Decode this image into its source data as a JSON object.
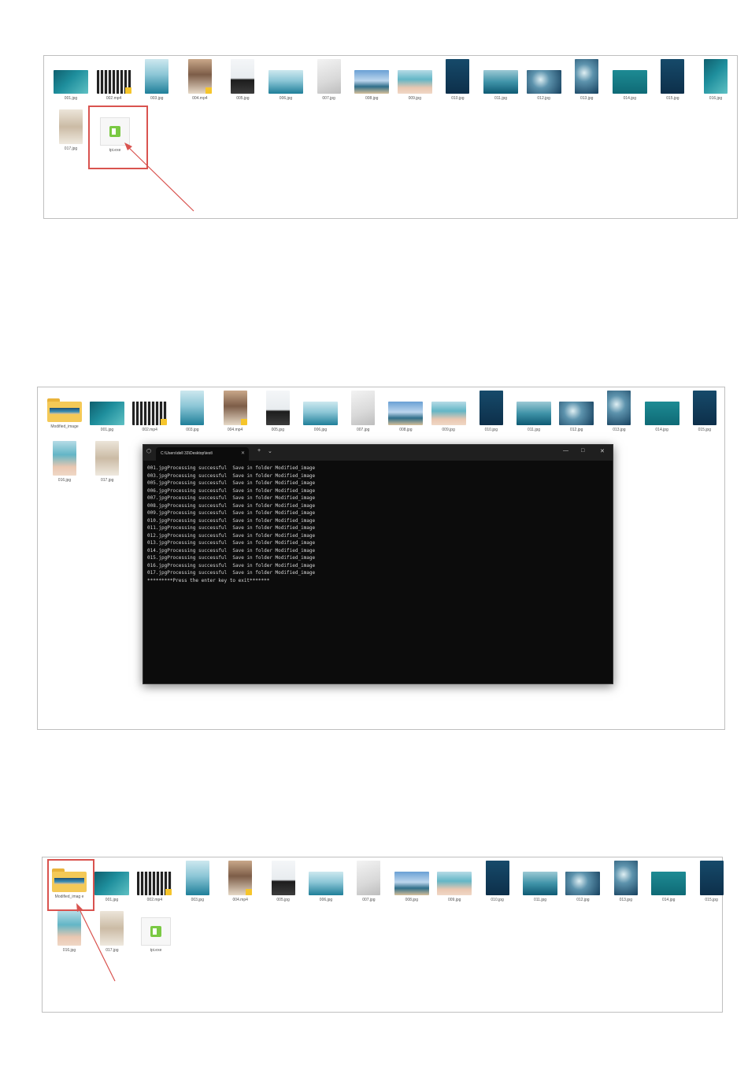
{
  "panel1": {
    "files": [
      {
        "name": "001.jpg",
        "thumb": "sea",
        "orient": "landscape",
        "badge": false
      },
      {
        "name": "002.mp4",
        "thumb": "film",
        "orient": "landscape",
        "badge": true
      },
      {
        "name": "003.jpg",
        "thumb": "shore",
        "orient": "portrait",
        "badge": false
      },
      {
        "name": "004.mp4",
        "thumb": "girl",
        "orient": "portrait",
        "badge": true
      },
      {
        "name": "005.jpg",
        "thumb": "rock",
        "orient": "portrait",
        "badge": false
      },
      {
        "name": "006.jpg",
        "thumb": "shore",
        "orient": "landscape",
        "badge": false
      },
      {
        "name": "007.jpg",
        "thumb": "white",
        "orient": "portrait",
        "badge": false
      },
      {
        "name": "008.jpg",
        "thumb": "sky",
        "orient": "landscape",
        "badge": false
      },
      {
        "name": "009.jpg",
        "thumb": "beach",
        "orient": "landscape",
        "badge": false
      },
      {
        "name": "010.jpg",
        "thumb": "deep",
        "orient": "portrait",
        "badge": false
      },
      {
        "name": "011.jpg",
        "thumb": "sea2",
        "orient": "landscape",
        "badge": false
      },
      {
        "name": "012.jpg",
        "thumb": "wave",
        "orient": "landscape",
        "badge": false
      },
      {
        "name": "013.jpg",
        "thumb": "wave",
        "orient": "portrait",
        "badge": false
      },
      {
        "name": "014.jpg",
        "thumb": "teal",
        "orient": "landscape",
        "badge": false
      },
      {
        "name": "015.jpg",
        "thumb": "deep",
        "orient": "portrait",
        "badge": false
      },
      {
        "name": "016.jpg",
        "thumb": "sea",
        "orient": "portrait",
        "badge": false
      },
      {
        "name": "017.jpg",
        "thumb": "desk",
        "orient": "portrait",
        "badge": false
      }
    ],
    "exe_name": "tpi.exe"
  },
  "panel2": {
    "folder_name": "Modified_image",
    "files": [
      {
        "name": "001.jpg",
        "thumb": "sea",
        "orient": "landscape",
        "badge": false
      },
      {
        "name": "002.mp4",
        "thumb": "film",
        "orient": "landscape",
        "badge": true
      },
      {
        "name": "003.jpg",
        "thumb": "shore",
        "orient": "portrait",
        "badge": false
      },
      {
        "name": "004.mp4",
        "thumb": "girl",
        "orient": "portrait",
        "badge": true
      },
      {
        "name": "005.jpg",
        "thumb": "rock",
        "orient": "portrait",
        "badge": false
      },
      {
        "name": "006.jpg",
        "thumb": "shore",
        "orient": "landscape",
        "badge": false
      },
      {
        "name": "007.jpg",
        "thumb": "white",
        "orient": "portrait",
        "badge": false
      },
      {
        "name": "008.jpg",
        "thumb": "sky",
        "orient": "landscape",
        "badge": false
      },
      {
        "name": "009.jpg",
        "thumb": "beach",
        "orient": "landscape",
        "badge": false
      },
      {
        "name": "010.jpg",
        "thumb": "deep",
        "orient": "portrait",
        "badge": false
      },
      {
        "name": "011.jpg",
        "thumb": "sea2",
        "orient": "landscape",
        "badge": false
      },
      {
        "name": "012.jpg",
        "thumb": "wave",
        "orient": "landscape",
        "badge": false
      },
      {
        "name": "013.jpg",
        "thumb": "wave",
        "orient": "portrait",
        "badge": false
      },
      {
        "name": "014.jpg",
        "thumb": "teal",
        "orient": "landscape",
        "badge": false
      },
      {
        "name": "015.jpg",
        "thumb": "deep",
        "orient": "portrait",
        "badge": false
      },
      {
        "name": "016.jpg",
        "thumb": "beach",
        "orient": "portrait",
        "badge": false
      },
      {
        "name": "017.jpg",
        "thumb": "desk",
        "orient": "portrait",
        "badge": false
      }
    ],
    "terminal": {
      "tab_title": "C:\\Users\\dell 33\\Desktop\\test\\",
      "lines": [
        "001.jpgProcessing successful  Save in folder Modified_image",
        "003.jpgProcessing successful  Save in folder Modified_image",
        "005.jpgProcessing successful  Save in folder Modified_image",
        "006.jpgProcessing successful  Save in folder Modified_image",
        "007.jpgProcessing successful  Save in folder Modified_image",
        "008.jpgProcessing successful  Save in folder Modified_image",
        "009.jpgProcessing successful  Save in folder Modified_image",
        "010.jpgProcessing successful  Save in folder Modified_image",
        "011.jpgProcessing successful  Save in folder Modified_image",
        "012.jpgProcessing successful  Save in folder Modified_image",
        "013.jpgProcessing successful  Save in folder Modified_image",
        "014.jpgProcessing successful  Save in folder Modified_image",
        "015.jpgProcessing successful  Save in folder Modified_image",
        "016.jpgProcessing successful  Save in folder Modified_image",
        "017.jpgProcessing successful  Save in folder Modified_image",
        "*********Press the enter key to exit*******"
      ],
      "controls": {
        "new_tab": "+",
        "dropdown": "⌄",
        "minimize": "—",
        "maximize": "□",
        "close": "✕"
      }
    }
  },
  "panel3": {
    "folder_name": "Modified_imag e",
    "files": [
      {
        "name": "001.jpg",
        "thumb": "sea",
        "orient": "landscape",
        "badge": false
      },
      {
        "name": "002.mp4",
        "thumb": "film",
        "orient": "landscape",
        "badge": true
      },
      {
        "name": "003.jpg",
        "thumb": "shore",
        "orient": "portrait",
        "badge": false
      },
      {
        "name": "004.mp4",
        "thumb": "girl",
        "orient": "portrait",
        "badge": true
      },
      {
        "name": "005.jpg",
        "thumb": "rock",
        "orient": "portrait",
        "badge": false
      },
      {
        "name": "006.jpg",
        "thumb": "shore",
        "orient": "landscape",
        "badge": false
      },
      {
        "name": "007.jpg",
        "thumb": "white",
        "orient": "portrait",
        "badge": false
      },
      {
        "name": "008.jpg",
        "thumb": "sky",
        "orient": "landscape",
        "badge": false
      },
      {
        "name": "009.jpg",
        "thumb": "beach",
        "orient": "landscape",
        "badge": false
      },
      {
        "name": "010.jpg",
        "thumb": "deep",
        "orient": "portrait",
        "badge": false
      },
      {
        "name": "011.jpg",
        "thumb": "sea2",
        "orient": "landscape",
        "badge": false
      },
      {
        "name": "012.jpg",
        "thumb": "wave",
        "orient": "landscape",
        "badge": false
      },
      {
        "name": "013.jpg",
        "thumb": "wave",
        "orient": "portrait",
        "badge": false
      },
      {
        "name": "014.jpg",
        "thumb": "teal",
        "orient": "landscape",
        "badge": false
      },
      {
        "name": "015.jpg",
        "thumb": "deep",
        "orient": "portrait",
        "badge": false
      },
      {
        "name": "016.jpg",
        "thumb": "beach",
        "orient": "portrait",
        "badge": false
      },
      {
        "name": "017.jpg",
        "thumb": "desk",
        "orient": "portrait",
        "badge": false
      }
    ],
    "exe_name": "tpi.exe"
  },
  "colors": {
    "highlight": "#d9534f",
    "terminal_bg": "#0c0c0c",
    "exe_green": "#7ac943"
  }
}
